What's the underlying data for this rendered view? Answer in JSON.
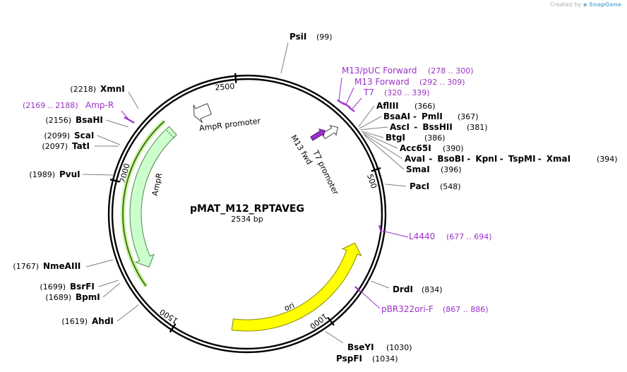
{
  "credit": {
    "prefix": "Created by",
    "brand": "SnapGene"
  },
  "plasmid": {
    "name": "pMAT_M12_RPTAVEG",
    "size_label": "2534 bp",
    "length": 2534
  },
  "colors": {
    "backbone": "#000000",
    "primer": "#9b30c8",
    "ampr_fill": "#ccffcc",
    "ampr_border": "#4a8a4a",
    "ori_fill": "#ffff00",
    "ori_border": "#8a8a00",
    "promoter_fill": "#ffffff",
    "ampr_highlight": "#3a7a10"
  },
  "ticks": [
    {
      "pos": 500,
      "label": "500"
    },
    {
      "pos": 1000,
      "label": "1000"
    },
    {
      "pos": 1500,
      "label": "1500"
    },
    {
      "pos": 2000,
      "label": "2000"
    },
    {
      "pos": 2500,
      "label": "2500"
    }
  ],
  "features": [
    {
      "name": "AmpR",
      "start": 1650,
      "end": 2240,
      "dir": "ccw",
      "kind": "ampr"
    },
    {
      "name": "AmpR promoter",
      "start": 2250,
      "end": 2360,
      "dir": "ccw",
      "kind": "promoter"
    },
    {
      "name": "ori",
      "start": 730,
      "end": 1320,
      "dir": "ccw",
      "kind": "ori"
    },
    {
      "name": "T7 promoter",
      "kind": "inner-promoter"
    },
    {
      "name": "M13 fwd",
      "kind": "inner-primer"
    }
  ],
  "primers": [
    {
      "name": "M13/pUC Forward",
      "range": "(278 .. 300)"
    },
    {
      "name": "M13 Forward",
      "range": "(292 .. 309)"
    },
    {
      "name": "T7",
      "range": "(320 .. 339)"
    },
    {
      "name": "L4440",
      "range": "(677 .. 694)"
    },
    {
      "name": "pBR322ori-F",
      "range": "(867 .. 886)"
    },
    {
      "name": "Amp-R",
      "range": "(2169 .. 2188)"
    }
  ],
  "sites_right": [
    {
      "parts": [
        "PsiI"
      ],
      "pos": "(99)"
    },
    {
      "parts": [
        "AflIII"
      ],
      "pos": "(366)"
    },
    {
      "parts": [
        "BsaAI",
        "PmlI"
      ],
      "pos": "(367)"
    },
    {
      "parts": [
        "AscI",
        "BssHII"
      ],
      "pos": "(381)"
    },
    {
      "parts": [
        "BtgI"
      ],
      "pos": "(386)"
    },
    {
      "parts": [
        "Acc65I"
      ],
      "pos": "(390)"
    },
    {
      "parts": [
        "AvaI",
        "BsoBI",
        "KpnI",
        "TspMI",
        "XmaI"
      ],
      "pos": "(394)"
    },
    {
      "parts": [
        "SmaI"
      ],
      "pos": "(396)"
    },
    {
      "parts": [
        "PacI"
      ],
      "pos": "(548)"
    },
    {
      "parts": [
        "DrdI"
      ],
      "pos": "(834)"
    },
    {
      "parts": [
        "BseYI"
      ],
      "pos": "(1030)"
    },
    {
      "parts": [
        "PspFI"
      ],
      "pos": "(1034)"
    }
  ],
  "sites_left": [
    {
      "name": "XmnI",
      "pos": "(2218)"
    },
    {
      "name": "BsaHI",
      "pos": "(2156)"
    },
    {
      "name": "ScaI",
      "pos": "(2099)"
    },
    {
      "name": "TatI",
      "pos": "(2097)"
    },
    {
      "name": "PvuI",
      "pos": "(1989)"
    },
    {
      "name": "NmeAIII",
      "pos": "(1767)"
    },
    {
      "name": "BsrFI",
      "pos": "(1699)"
    },
    {
      "name": "BpmI",
      "pos": "(1689)"
    },
    {
      "name": "AhdI",
      "pos": "(1619)"
    }
  ]
}
